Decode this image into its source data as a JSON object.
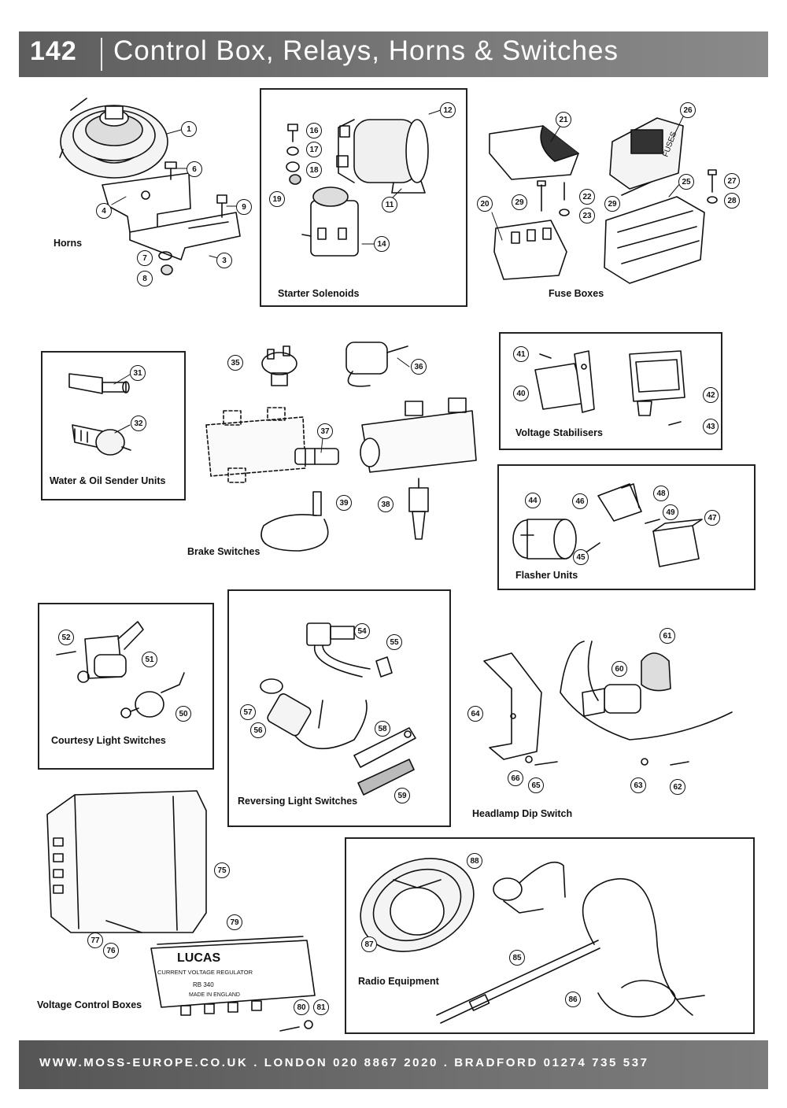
{
  "header": {
    "page_number": "142",
    "title": "Control Box, Relays, Horns & Switches"
  },
  "footer": {
    "text": "WWW.MOSS-EUROPE.CO.UK . LONDON 020 8867 2020 . BRADFORD 01274 735 537"
  },
  "sections": {
    "horns": "Horns",
    "starter_solenoids": "Starter Solenoids",
    "fuse_boxes": "Fuse Boxes",
    "water_oil_sender": "Water & Oil Sender Units",
    "brake_switches": "Brake Switches",
    "voltage_stabilisers": "Voltage Stabilisers",
    "flasher_units": "Flasher Units",
    "courtesy_light": "Courtesy Light Switches",
    "reversing_light": "Reversing Light Switches",
    "headlamp_dip": "Headlamp Dip Switch",
    "voltage_control": "Voltage Control Boxes",
    "radio": "Radio Equipment"
  },
  "regulator_text": {
    "brand": "LUCAS",
    "line1": "CURRENT VOLTAGE REGULATOR",
    "line2": "RB 340",
    "line3": "MADE IN ENGLAND"
  },
  "fuse_cover_text": "FUSES",
  "callouts": {
    "c1": "1",
    "c3": "3",
    "c4": "4",
    "c6": "6",
    "c7": "7",
    "c8": "8",
    "c9": "9",
    "c11": "11",
    "c12": "12",
    "c14": "14",
    "c16": "16",
    "c17": "17",
    "c18": "18",
    "c19": "19",
    "c20": "20",
    "c21": "21",
    "c22": "22",
    "c23": "23",
    "c25": "25",
    "c26": "26",
    "c27": "27",
    "c28": "28",
    "c29a": "29",
    "c29b": "29",
    "c31": "31",
    "c32": "32",
    "c35": "35",
    "c36": "36",
    "c37": "37",
    "c38": "38",
    "c39": "39",
    "c40": "40",
    "c41": "41",
    "c42": "42",
    "c43": "43",
    "c44": "44",
    "c45": "45",
    "c46": "46",
    "c47": "47",
    "c48": "48",
    "c49": "49",
    "c50": "50",
    "c51": "51",
    "c52": "52",
    "c54": "54",
    "c55": "55",
    "c56": "56",
    "c57": "57",
    "c58": "58",
    "c59": "59",
    "c60": "60",
    "c61": "61",
    "c62": "62",
    "c63": "63",
    "c64": "64",
    "c65": "65",
    "c66": "66",
    "c75": "75",
    "c76": "76",
    "c77": "77",
    "c79": "79",
    "c80": "80",
    "c81": "81",
    "c85": "85",
    "c86": "86",
    "c87": "87",
    "c88": "88"
  }
}
